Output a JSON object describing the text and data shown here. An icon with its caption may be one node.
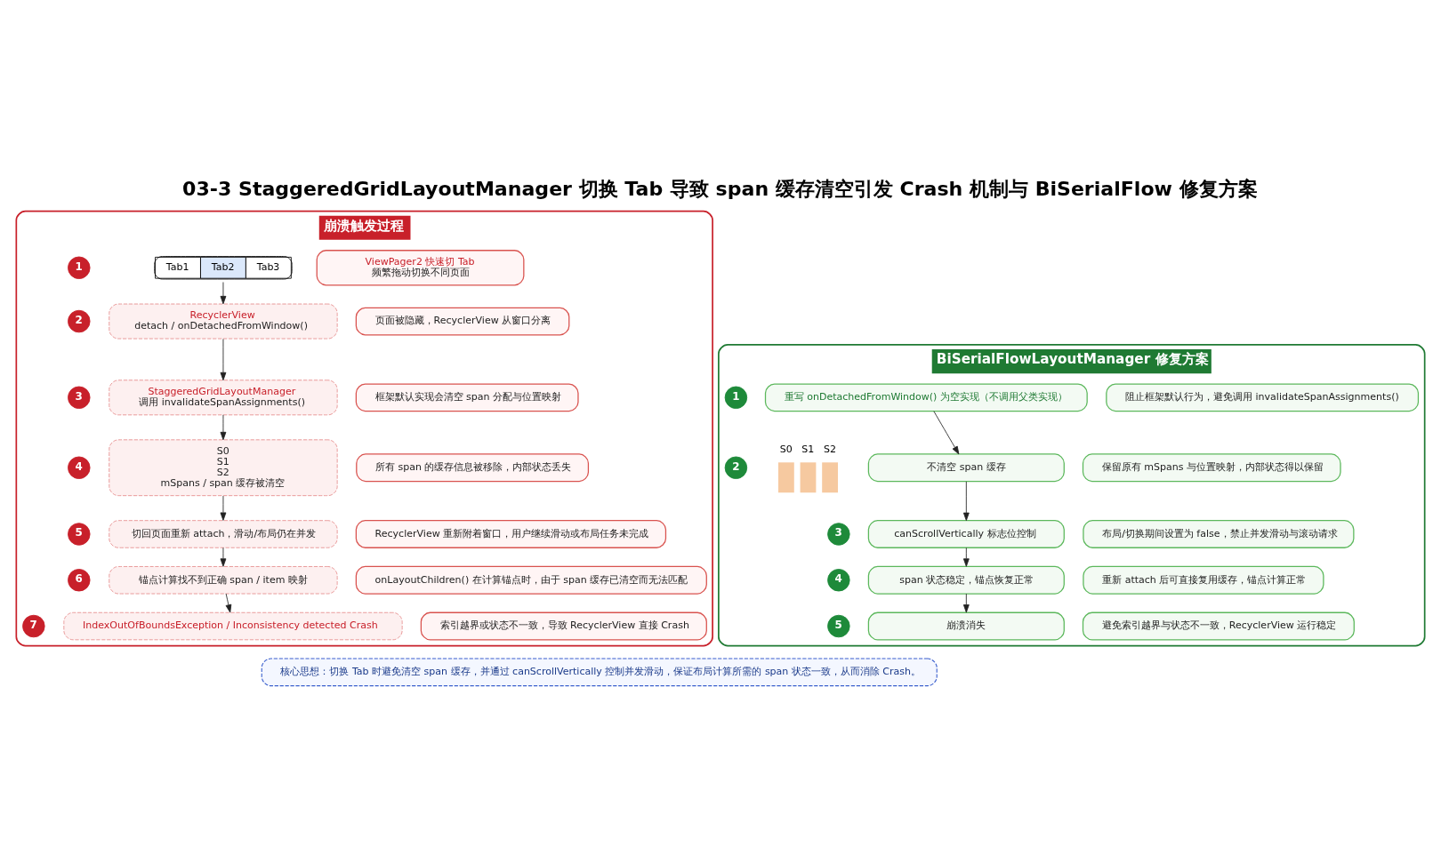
{
  "diagram": {
    "title": "03-3 StaggeredGridLayoutManager 切换 Tab 导致 span 缓存清空引发 Crash 机制与 BiSerialFlow 修复方案",
    "nodes": [
      {
        "text": [
          "崩溃触发过程"
        ]
      },
      {
        "text": [
          "1"
        ],
        "in": 0
      },
      {
        "text": [
          "Tab1",
          "Tab2",
          "Tab3"
        ],
        "in": 0
      },
      {
        "text": [
          "ViewPager2 快速切 Tab",
          "频繁拖动切换不同页面"
        ],
        "in": 0
      },
      {
        "text": [
          "2"
        ],
        "in": 0
      },
      {
        "text": [
          "RecyclerView",
          "detach / onDetachedFromWindow()"
        ],
        "in": 0
      },
      {
        "text": [
          "页面被隐藏，RecyclerView 从窗口分离"
        ],
        "in": 0
      },
      {
        "text": [
          "3"
        ],
        "in": 0
      },
      {
        "text": [
          "StaggeredGridLayoutManager",
          "调用 invalidateSpanAssignments()"
        ],
        "in": 0
      },
      {
        "text": [
          "框架默认实现会清空 span 分配与位置映射"
        ],
        "in": 0
      },
      {
        "text": [
          "4"
        ],
        "in": 0
      },
      {
        "text": [
          "S0",
          "S1",
          "S2",
          "mSpans / span 缓存被清空"
        ],
        "in": 0
      },
      {
        "text": [
          "所有 span 的缓存信息被移除，内部状态丢失"
        ],
        "in": 0
      },
      {
        "text": [
          "5"
        ],
        "in": 0
      },
      {
        "text": [
          "切回页面重新 attach，滑动/布局仍在并发"
        ],
        "in": 0
      },
      {
        "text": [
          "RecyclerView 重新附着窗口，用户继续滑动或布局任务未完成"
        ],
        "in": 0
      },
      {
        "text": [
          "6"
        ],
        "in": 0
      },
      {
        "text": [
          "锚点计算找不到正确 span / item 映射"
        ],
        "in": 0
      },
      {
        "text": [
          "onLayoutChildren() 在计算锚点时，由于 span 缓存已清空而无法匹配"
        ],
        "in": 0
      },
      {
        "text": [
          "7"
        ],
        "in": 0
      },
      {
        "text": [
          "IndexOutOfBoundsException / Inconsistency detected Crash"
        ],
        "in": 0
      },
      {
        "text": [
          "索引越界或状态不一致，导致 RecyclerView 直接 Crash"
        ],
        "in": 0
      },
      {
        "text": [
          "BiSerialFlowLayoutManager 修复方案"
        ]
      },
      {
        "text": [
          "1"
        ],
        "in": 22
      },
      {
        "text": [
          "重写 onDetachedFromWindow() 为空实现（不调用父类实现）"
        ],
        "in": 22
      },
      {
        "text": [
          "阻止框架默认行为，避免调用 invalidateSpanAssignments()"
        ],
        "in": 22
      },
      {
        "text": [
          "2"
        ],
        "in": 22
      },
      {
        "text": [
          "不清空 span 缓存"
        ],
        "in": 22
      },
      {
        "text": [
          "保留原有 mSpans 与位置映射，内部状态得以保留"
        ],
        "in": 22
      },
      {
        "text": [
          "3"
        ],
        "in": 22
      },
      {
        "text": [
          "canScrollVertically 标志位控制"
        ],
        "in": 22
      },
      {
        "text": [
          "布局/切换期间设置为 false，禁止并发滑动与滚动请求"
        ],
        "in": 22
      },
      {
        "text": [
          "4"
        ],
        "in": 22
      },
      {
        "text": [
          "span 状态稳定，锚点恢复正常"
        ],
        "in": 22
      },
      {
        "text": [
          "重新 attach 后可直接复用缓存，锚点计算正常"
        ],
        "in": 22
      },
      {
        "text": [
          "5"
        ],
        "in": 22
      },
      {
        "text": [
          "崩溃消失"
        ],
        "in": 22
      },
      {
        "text": [
          "避免索引越界与状态不一致，RecyclerView 运行稳定"
        ],
        "in": 22
      },
      {
        "text": [
          "核心思想：切换 Tab 时避免清空 span 缓存，并通过 canScrollVertically 控制并发滑动，保证布局计算所需的 span 状态一致，从而消除 Crash。"
        ]
      }
    ],
    "edges": [
      {
        "from": 2,
        "to": 5,
        "arrow": "to"
      },
      {
        "from": 5,
        "to": 8,
        "arrow": "to"
      },
      {
        "from": 8,
        "to": 11,
        "arrow": "to"
      },
      {
        "from": 11,
        "to": 14,
        "arrow": "to"
      },
      {
        "from": 14,
        "to": 17,
        "arrow": "to"
      },
      {
        "from": 17,
        "to": 20,
        "arrow": "to"
      },
      {
        "from": 24,
        "to": 27,
        "arrow": "to"
      },
      {
        "from": 27,
        "to": 30,
        "arrow": "to"
      },
      {
        "from": 30,
        "to": 33,
        "arrow": "to"
      },
      {
        "from": 33,
        "to": 36,
        "arrow": "to"
      }
    ],
    "labels": [
      "S0",
      "S1",
      "S2"
    ]
  }
}
